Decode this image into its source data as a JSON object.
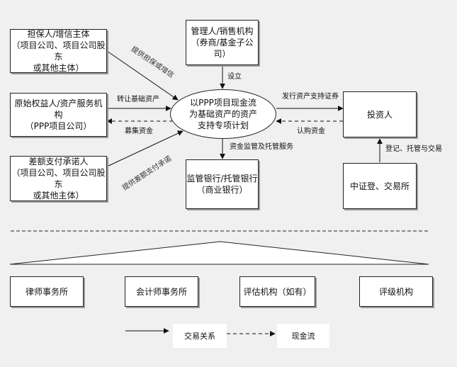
{
  "entities": {
    "guarantor": [
      "担保人/增信主体",
      "（项目公司、项目公司股东",
      "或其他主体）"
    ],
    "originator": [
      "原始权益人/资产服务机构",
      "（PPP项目公司）"
    ],
    "shortfall": [
      "差额支付承诺人",
      "（项目公司、项目公司股东",
      "或其他主体）"
    ],
    "manager": [
      "管理人/销售机构",
      "（券商/基金子公司）"
    ],
    "spv": [
      "以PPP项目现金流",
      "为基础资产的资产",
      "支持专项计划"
    ],
    "custodian": [
      "监管银行/托管银行",
      "（商业银行）"
    ],
    "investor": [
      "投资人"
    ],
    "exchange": [
      "中证登、交易所"
    ]
  },
  "agencies": [
    "律师事务所",
    "会计师事务所",
    "评估机构（如有）",
    "评级机构"
  ],
  "relations": {
    "guarantee": "提供担保或增信",
    "transfer": "转让基础资产",
    "raise_funds": "募集资金",
    "shortfall_commit": "提供差额支付承诺",
    "establish": "设立",
    "issue": "发行资产支持证券",
    "subscribe": "认购资金",
    "supervision": "资金监管及托管服务",
    "registration": "登记、托管与交易"
  },
  "legend": {
    "transaction": "交易关系",
    "cash_flow": "现金流"
  }
}
